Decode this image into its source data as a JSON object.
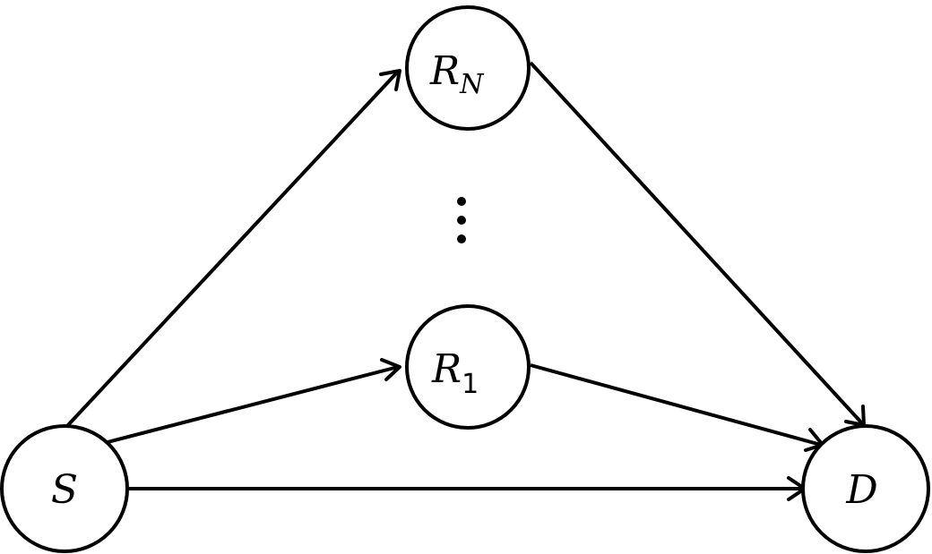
{
  "nodes": {
    "source": {
      "label": "S"
    },
    "destination": {
      "label": "D"
    },
    "relay_1": {
      "label": "R",
      "subscript": "1"
    },
    "relay_n": {
      "label": "R",
      "subscript": "N"
    }
  },
  "ellipsis": "⋮",
  "edges": [
    {
      "from": "S",
      "to": "R_N"
    },
    {
      "from": "S",
      "to": "R_1"
    },
    {
      "from": "S",
      "to": "D"
    },
    {
      "from": "R_1",
      "to": "D"
    },
    {
      "from": "R_N",
      "to": "D"
    }
  ],
  "colors": {
    "stroke": "#000000",
    "background": "#ffffff"
  }
}
